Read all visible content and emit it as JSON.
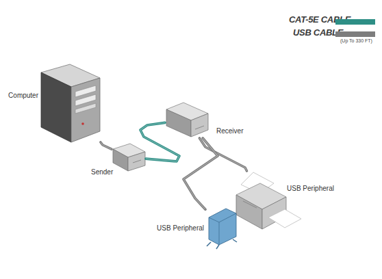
{
  "diagram": {
    "nodes": [
      {
        "text": [
          "Computer"
        ]
      },
      {
        "text": [
          "Sender"
        ]
      },
      {
        "text": [
          "Receiver"
        ]
      },
      {
        "text": [
          "USB Peripheral"
        ]
      },
      {
        "text": [
          "USB Peripheral"
        ]
      }
    ],
    "edges": [
      {
        "from": 0,
        "to": 1,
        "arrow": "none"
      },
      {
        "from": 1,
        "to": 2,
        "arrow": "none"
      },
      {
        "from": 2,
        "to": 3,
        "arrow": "none"
      },
      {
        "from": 2,
        "to": 4,
        "arrow": "none"
      }
    ],
    "labels": [
      "(Up To 330 FT)"
    ],
    "legend": [
      {
        "text": "CAT-5E CABLE",
        "color": "#2e8f86"
      },
      {
        "text": "USB CABLE",
        "color": "#7d7d7d"
      }
    ]
  }
}
